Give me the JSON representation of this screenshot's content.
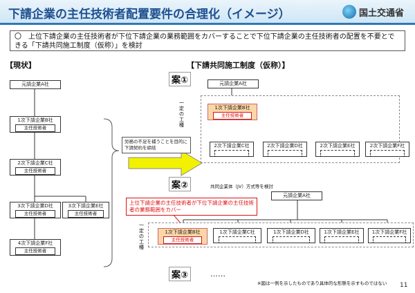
{
  "title": "下請企業の主任技術者配置要件の合理化（イメージ）",
  "logo": {
    "text": "国土交通省",
    "icon": "mlit-logo"
  },
  "summary": "〇　上位下請企業の主任技術者が下位下請企業の業務範囲をカバーすることで下位下請企業の主任技術者の配置を不要とできる「下請共同施工制度（仮称）」を検討",
  "current": {
    "label": "【現状】",
    "prime": "元請企業A社",
    "sub_b": "1次下請企業B社",
    "sub_c": "2次下請企業C社",
    "sub_d": "3次下請企業D社",
    "sub_e": "3次下請企業E社",
    "sub_f": "4次下請企業F社",
    "engineer": "主任技術者"
  },
  "arrow_note": "労務の不足を補うことを目的に下請契約を締結",
  "proposal": {
    "label": "【下請共同施工制度（仮称）】",
    "case1": "案①",
    "case2": "案②",
    "case3": "案③",
    "vertical_label": "一定の工種",
    "c1": {
      "prime": "元請企業A社",
      "sub_b": "1次下請企業B社",
      "engineer": "主任技術者",
      "sub_c": "2次下請企業C社",
      "sub_d": "2次下請企業D社",
      "sub_e": "2次下請企業E社",
      "sub_f": "2次下請企業F社"
    },
    "jv_note": "共同企業体（JV）方式等を検討",
    "red_callout": "上位下請企業の主任技術者が下位下請企業の主任技術者の業務範囲をカバー",
    "c2": {
      "prime": "元請企業A社",
      "sub_b": "1次下請企業B社",
      "engineer": "主任技術者",
      "sub_c": "1次下請企業C社",
      "sub_d": "1次下請企業D社",
      "sub_e": "1次下請企業E社",
      "sub_f": "1次下請企業F社"
    },
    "ellipsis": "……"
  },
  "footnote": "※図は一例を示したものであり具体的な形態を示すものではない",
  "page_number": "11",
  "colors": {
    "title": "#1e4f8f",
    "accent_red": "#d11111",
    "arrow": "#f2f200",
    "highlight": "#fbd7a8"
  }
}
